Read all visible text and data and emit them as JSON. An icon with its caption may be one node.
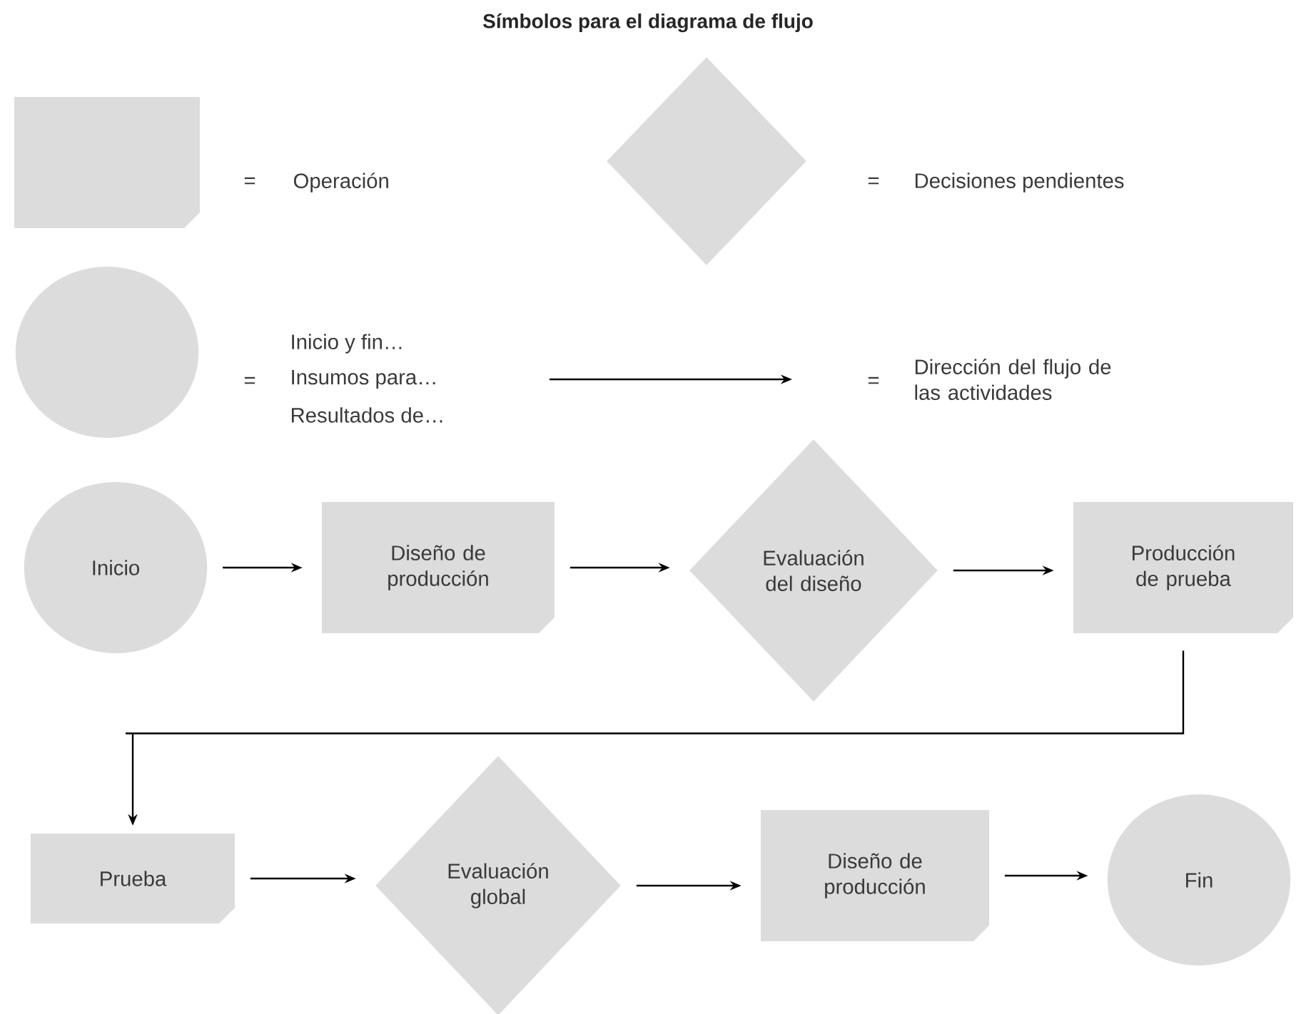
{
  "diagram": {
    "title": "Símbolos para el diagrama de flujo",
    "nodes": [
      {
        "text": [],
        "shape": "box"
      },
      {
        "text": [],
        "shape": "diamond"
      },
      {
        "text": [],
        "shape": "circle"
      },
      {
        "text": [
          "Inicio"
        ]
      },
      {
        "text": [
          "Diseño de producción"
        ]
      },
      {
        "text": [
          "Evaluación del diseño"
        ]
      },
      {
        "text": [
          "Producción de prueba"
        ]
      },
      {
        "text": [
          "Prueba"
        ]
      },
      {
        "text": [
          "Evaluación global"
        ]
      },
      {
        "text": [
          "Diseño de producción"
        ]
      },
      {
        "text": [
          "Fin"
        ]
      }
    ],
    "edges": [
      {
        "from": 3,
        "to": 4,
        "arrow": "to"
      },
      {
        "from": 4,
        "to": 5,
        "arrow": "to"
      },
      {
        "from": 5,
        "to": 6,
        "arrow": "to"
      },
      {
        "from": 6,
        "to": 7,
        "arrow": "to"
      },
      {
        "from": 7,
        "to": 8,
        "arrow": "to"
      },
      {
        "from": 8,
        "to": 9,
        "arrow": "to"
      },
      {
        "from": 9,
        "to": 10,
        "arrow": "to"
      }
    ],
    "labels": [
      "=",
      "Operación",
      "=",
      "Decisiones pendientes",
      "=",
      "Inicio y fin…",
      "Insumos para…",
      "Resultados de…",
      "=",
      "Dirección del flujo de las actividades"
    ]
  }
}
